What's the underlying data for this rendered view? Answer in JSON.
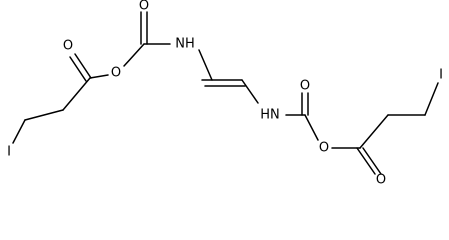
{
  "molecule": {
    "atoms": {
      "o_top_carbonyl": "O",
      "nh_top": "NH",
      "o_left_carbonyl": "O",
      "o_left_ester": "O",
      "i_left": "I",
      "o_right_carbonyl": "O",
      "nh_bottom": "HN",
      "o_right_ester": "O",
      "o_right_ester_carbonyl": "O",
      "i_right": "I"
    }
  }
}
